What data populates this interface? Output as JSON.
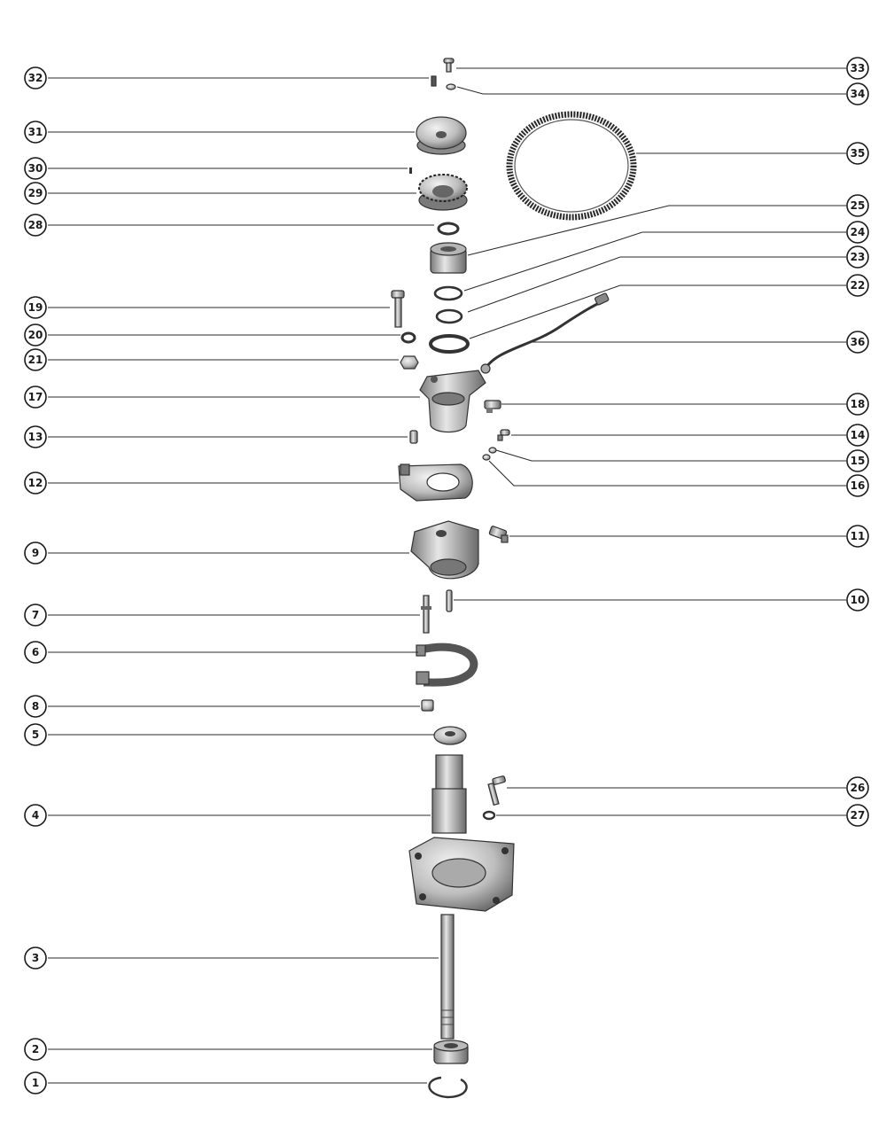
{
  "diagram": {
    "callouts": [
      {
        "id": "1",
        "label": "1"
      },
      {
        "id": "2",
        "label": "2"
      },
      {
        "id": "3",
        "label": "3"
      },
      {
        "id": "4",
        "label": "4"
      },
      {
        "id": "5",
        "label": "5"
      },
      {
        "id": "6",
        "label": "6"
      },
      {
        "id": "7",
        "label": "7"
      },
      {
        "id": "8",
        "label": "8"
      },
      {
        "id": "9",
        "label": "9"
      },
      {
        "id": "10",
        "label": "10"
      },
      {
        "id": "11",
        "label": "11"
      },
      {
        "id": "12",
        "label": "12"
      },
      {
        "id": "13",
        "label": "13"
      },
      {
        "id": "14",
        "label": "14"
      },
      {
        "id": "15",
        "label": "15"
      },
      {
        "id": "16",
        "label": "16"
      },
      {
        "id": "17",
        "label": "17"
      },
      {
        "id": "18",
        "label": "18"
      },
      {
        "id": "19",
        "label": "19"
      },
      {
        "id": "20",
        "label": "20"
      },
      {
        "id": "21",
        "label": "21"
      },
      {
        "id": "22",
        "label": "22"
      },
      {
        "id": "23",
        "label": "23"
      },
      {
        "id": "24",
        "label": "24"
      },
      {
        "id": "25",
        "label": "25"
      },
      {
        "id": "26",
        "label": "26"
      },
      {
        "id": "27",
        "label": "27"
      },
      {
        "id": "28",
        "label": "28"
      },
      {
        "id": "29",
        "label": "29"
      },
      {
        "id": "30",
        "label": "30"
      },
      {
        "id": "31",
        "label": "31"
      },
      {
        "id": "32",
        "label": "32"
      },
      {
        "id": "33",
        "label": "33"
      },
      {
        "id": "34",
        "label": "34"
      },
      {
        "id": "35",
        "label": "35"
      },
      {
        "id": "36",
        "label": "36"
      }
    ],
    "colors": {
      "ink": "#1a1a1a",
      "part_fill": "#d8d8d8",
      "part_shadow": "#9a9a9a",
      "background": "#ffffff"
    }
  }
}
